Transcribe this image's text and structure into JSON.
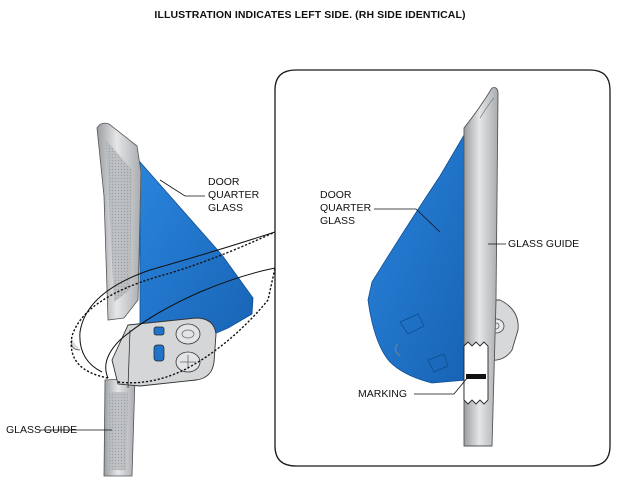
{
  "title": "ILLUSTRATION INDICATES LEFT SIDE. (RH SIDE IDENTICAL)",
  "labels": {
    "left_glass_line1": "DOOR",
    "left_glass_line2": "QUARTER",
    "left_glass_line3": "GLASS",
    "left_guide": "GLASS GUIDE",
    "right_glass_line1": "DOOR",
    "right_glass_line2": "QUARTER",
    "right_glass_line3": "GLASS",
    "right_guide": "GLASS GUIDE",
    "marking": "MARKING"
  },
  "colors": {
    "glass": "#1f73c9",
    "guide": "#c8cacc",
    "guide_dark": "#8d9093",
    "outline": "#1a1a1a"
  }
}
